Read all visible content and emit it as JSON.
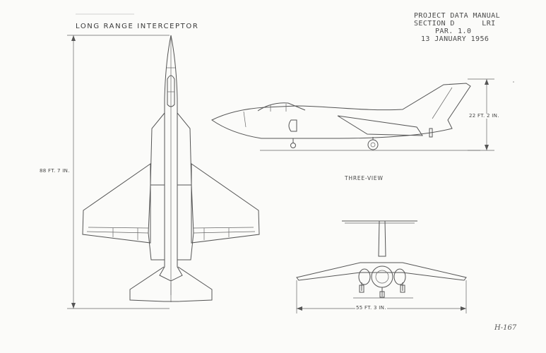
{
  "sheet": {
    "title": "LONG RANGE INTERCEPTOR",
    "header_lines": [
      "PROJECT DATA MANUAL",
      "SECTION D      LRI",
      "PAR. 1.0",
      "13 JANUARY 1956"
    ],
    "view_label": "THREE-VIEW",
    "dim_length": "88 FT. 7 IN.",
    "dim_height": "22 FT. 2 IN.",
    "dim_span": "55 FT. 3 IN.",
    "sheet_number": "H-167"
  }
}
